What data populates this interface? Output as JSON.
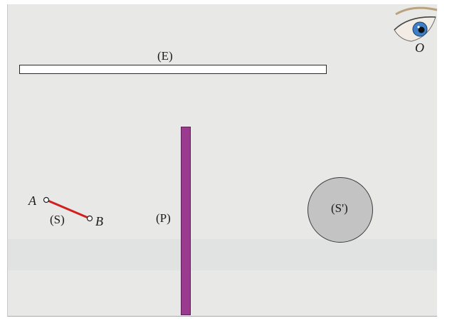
{
  "diagram": {
    "mirror_label": "(E)",
    "plate_label": "(P)",
    "source_label": "(S)",
    "point_a_label": "A",
    "point_b_label": "B",
    "screen_label": "(S')",
    "observer_label": "O"
  },
  "colors": {
    "background": "#e8e8e6",
    "source_segment": "#d21f1f",
    "plate": "#9b3b8f",
    "screen_disc": "#c3c3c3",
    "eye_iris": "#3f7fc8"
  },
  "icons": {
    "observer": "eye-icon"
  }
}
